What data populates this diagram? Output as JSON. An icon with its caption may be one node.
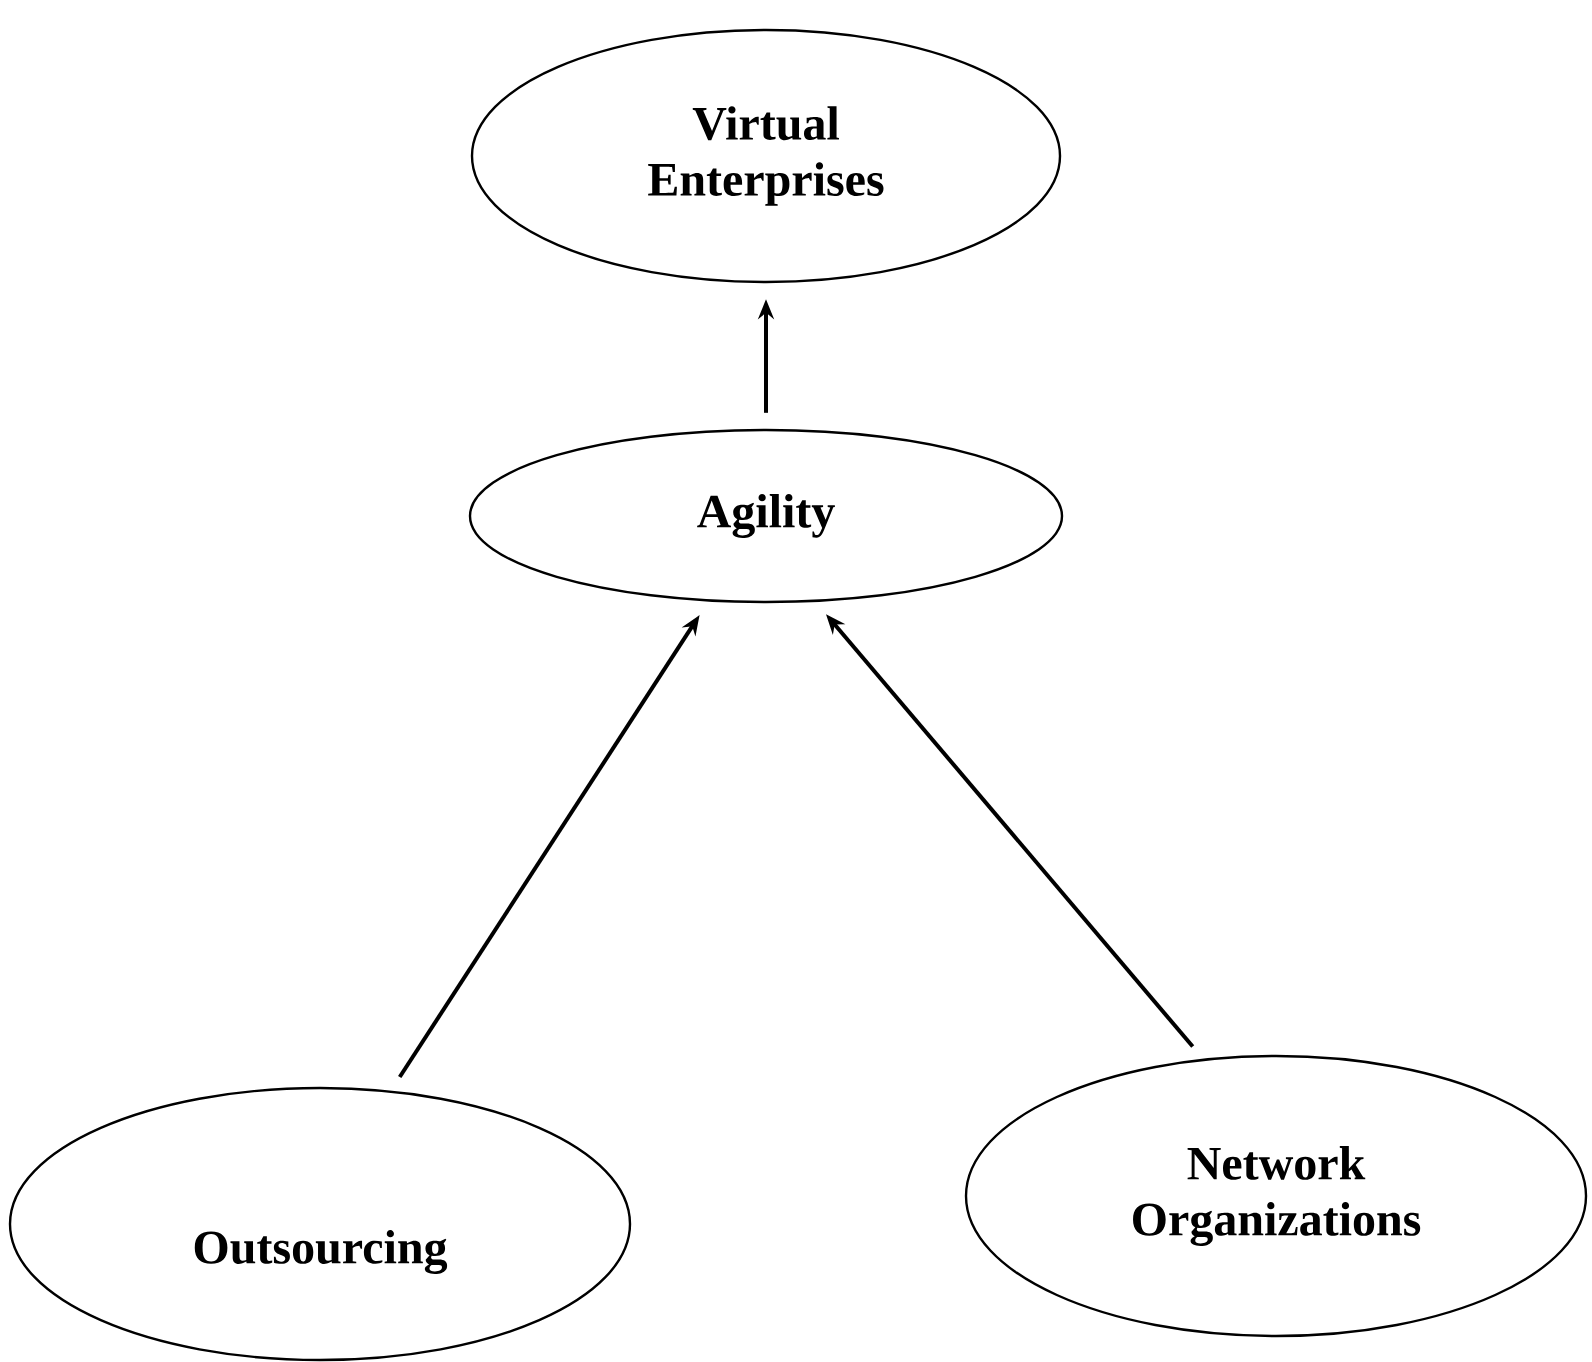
{
  "diagram": {
    "nodes": [
      {
        "text": [
          "Virtual Enterprises"
        ]
      },
      {
        "text": [
          "Agility"
        ]
      },
      {
        "text": [
          "Outsourcing"
        ]
      },
      {
        "text": [
          "Network Organizations"
        ]
      }
    ],
    "edges": [
      {
        "from": 1,
        "to": 0,
        "arrow": "to"
      },
      {
        "from": 2,
        "to": 1,
        "arrow": "to"
      },
      {
        "from": 3,
        "to": 1,
        "arrow": "to"
      }
    ]
  }
}
